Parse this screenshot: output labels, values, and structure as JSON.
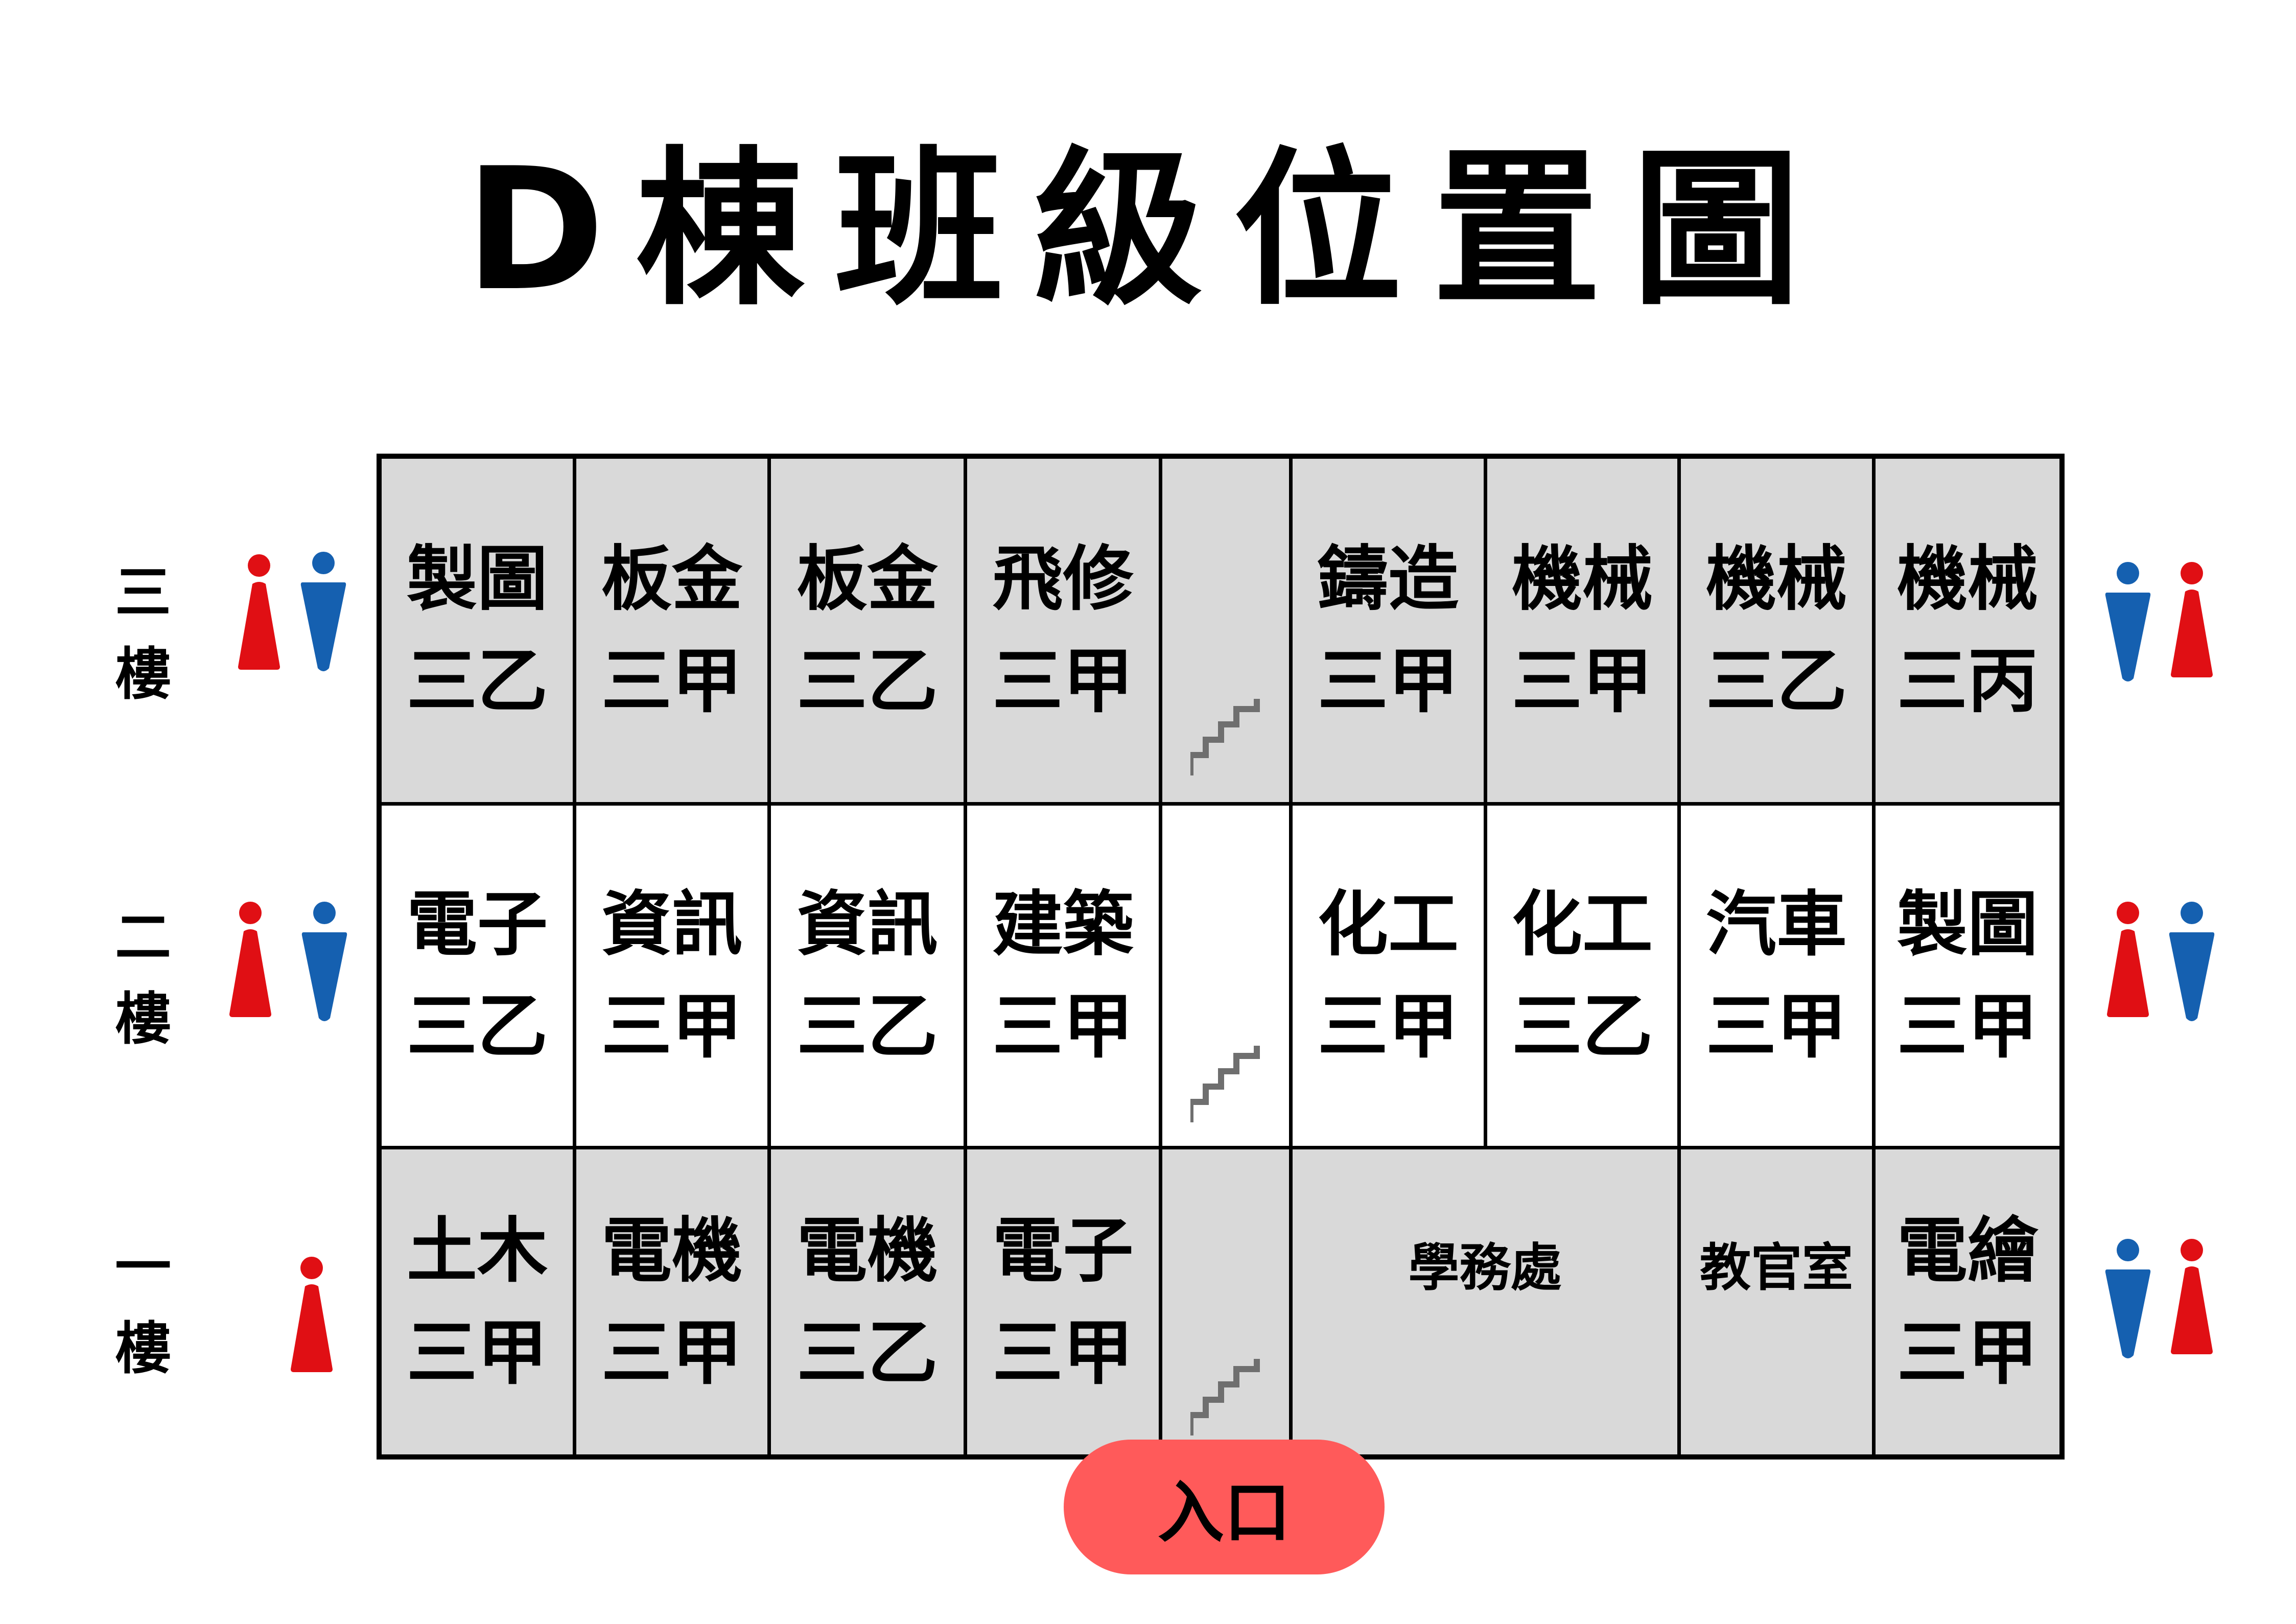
{
  "title": "D棟班級位置圖",
  "colors": {
    "room_gray": "#d9d9d9",
    "room_white": "#ffffff",
    "stairs_gray": "#6f6f6f",
    "entrance_red": "#ff5a5a",
    "female_red": "#e00f14",
    "male_blue": "#1560b0"
  },
  "floors": [
    {
      "label_top": "三",
      "label_bottom": "樓",
      "left_restroom": [
        "female",
        "male"
      ],
      "right_restroom": [
        "male",
        "female"
      ]
    },
    {
      "label_top": "二",
      "label_bottom": "樓",
      "left_restroom": [
        "female",
        "male"
      ],
      "right_restroom": [
        "female",
        "male"
      ]
    },
    {
      "label_top": "一",
      "label_bottom": "樓",
      "left_restroom": [
        "female"
      ],
      "right_restroom": [
        "male",
        "female"
      ]
    }
  ],
  "rooms": {
    "floor3": [
      {
        "dept": "製圖",
        "class": "三乙"
      },
      {
        "dept": "板金",
        "class": "三甲"
      },
      {
        "dept": "板金",
        "class": "三乙"
      },
      {
        "dept": "飛修",
        "class": "三甲"
      },
      {
        "type": "stairs"
      },
      {
        "dept": "鑄造",
        "class": "三甲"
      },
      {
        "dept": "機械",
        "class": "三甲"
      },
      {
        "dept": "機械",
        "class": "三乙"
      },
      {
        "dept": "機械",
        "class": "三丙"
      }
    ],
    "floor2": [
      {
        "dept": "電子",
        "class": "三乙"
      },
      {
        "dept": "資訊",
        "class": "三甲"
      },
      {
        "dept": "資訊",
        "class": "三乙"
      },
      {
        "dept": "建築",
        "class": "三甲"
      },
      {
        "type": "stairs"
      },
      {
        "dept": "化工",
        "class": "三甲"
      },
      {
        "dept": "化工",
        "class": "三乙"
      },
      {
        "dept": "汽車",
        "class": "三甲"
      },
      {
        "dept": "製圖",
        "class": "三甲"
      }
    ],
    "floor1": [
      {
        "dept": "土木",
        "class": "三甲"
      },
      {
        "dept": "電機",
        "class": "三甲"
      },
      {
        "dept": "電機",
        "class": "三乙"
      },
      {
        "dept": "電子",
        "class": "三甲"
      },
      {
        "type": "stairs"
      },
      {
        "office": "學務處"
      },
      {
        "office": "教官室"
      },
      {
        "dept": "電繪",
        "class": "三甲"
      }
    ]
  },
  "entrance": {
    "label": "入口"
  }
}
